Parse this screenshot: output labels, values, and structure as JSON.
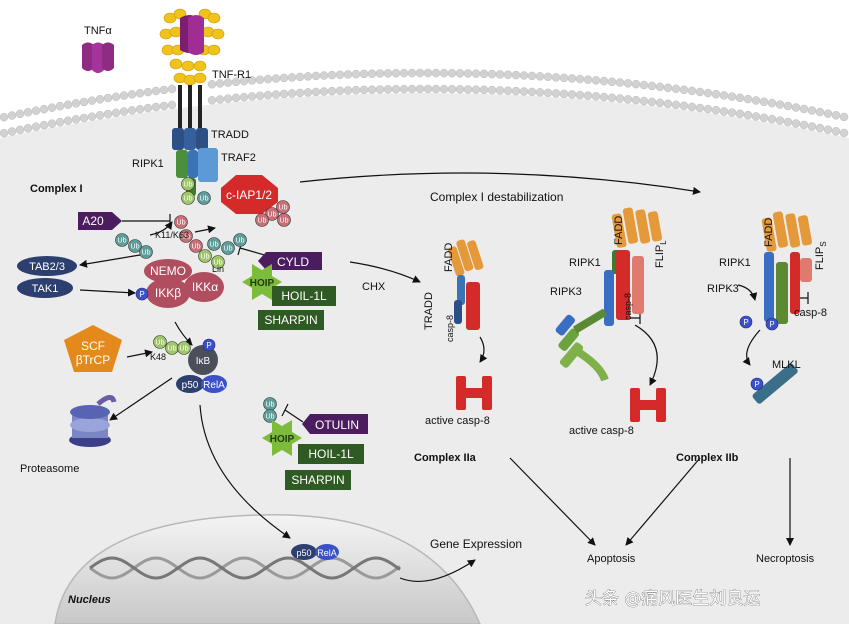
{
  "labels": {
    "tnfa": "TNFα",
    "tnfr1": "TNF-R1",
    "tradd_top": "TRADD",
    "ripk1_top": "RIPK1",
    "traf2": "TRAF2",
    "ciap": "c-IAP1/2",
    "complex1": "Complex I",
    "a20": "A20",
    "k11k63": "K11/K63",
    "tab23": "TAB2/3",
    "tak1": "TAK1",
    "nemo": "NEMO",
    "ikkb": "IKKβ",
    "ikka": "IKKα",
    "lin": "Lin",
    "cyld": "CYLD",
    "hoip1": "HOIP",
    "hoil1": "HOIL-1L",
    "sharpin1": "SHARPIN",
    "scf1": "SCF",
    "scf2": "βTrCP",
    "k48": "K48",
    "ikb": "IκB",
    "p50": "p50",
    "rela": "RelA",
    "proteasome": "Proteasome",
    "otulin": "OTULIN",
    "hoip2": "HOIP",
    "hoil2": "HOIL-1L",
    "sharpin2": "SHARPIN",
    "nucleus": "Nucleus",
    "p50n": "p50",
    "relan": "RelA",
    "gene_expression": "Gene Expression",
    "destab": "Complex I destabilization",
    "chx": "CHX",
    "tradd_2a": "TRADD",
    "fadd_2a": "FADD",
    "casp8_2a": "casp-8",
    "active_casp8_a": "active casp-8",
    "complex2a": "Complex IIa",
    "ripk1_m": "RIPK1",
    "ripk3_m": "RIPK3",
    "fadd_m": "FADD",
    "casp8_m": "casp-8",
    "flip_l": "FLIP",
    "flip_l_sub": "L",
    "active_casp8_b": "active casp-8",
    "ripk1_2b": "RIPK1",
    "ripk3_2b": "RIPK3",
    "fadd_2b": "FADD",
    "flip_s": "FLIP",
    "flip_s_sub": "S",
    "casp8_2b": "casp-8",
    "mlkl": "MLKL",
    "complex2b": "Complex IIb",
    "apoptosis": "Apoptosis",
    "necroptosis": "Necroptosis",
    "watermark": "头条 @痛风医生刘良运",
    "ub": "Ub",
    "p": "P"
  },
  "colors": {
    "cytoplasm": "#ececec",
    "membrane_bead": "#d2d2d2",
    "purple": "#4c1d5e",
    "dark_green": "#2f5a23",
    "bright_green": "#7dbb3a",
    "red": "#d42a2a",
    "mauve": "#b04e5f",
    "orange": "#e48a1c",
    "ub_teal": "#5f9d9a",
    "ub_green": "#9fc66b",
    "ub_pink": "#c77077",
    "p_blue": "#3c51c9",
    "navy": "#2c3f6e",
    "steel": "#3a6f8a"
  }
}
